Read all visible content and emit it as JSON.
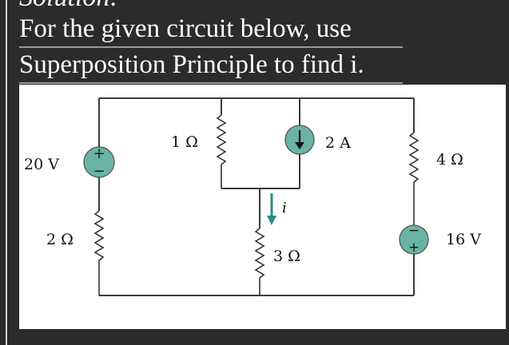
{
  "header": {
    "previous_line": "Solution:",
    "line1": "For the given circuit below, use",
    "line2": "Superposition Principle to find i."
  },
  "circuit": {
    "source_20v": "20 V",
    "r_2ohm": "2 Ω",
    "r_1ohm": "1 Ω",
    "current_source": "2 A",
    "current_label": "i",
    "r_3ohm": "3 Ω",
    "r_4ohm": "4 Ω",
    "source_16v": "16 V",
    "plus": "+",
    "minus": "−"
  },
  "colors": {
    "source_fill": "#6ab3a4",
    "current_arrow": "#2a8c84",
    "background": "#2b2b2b"
  }
}
